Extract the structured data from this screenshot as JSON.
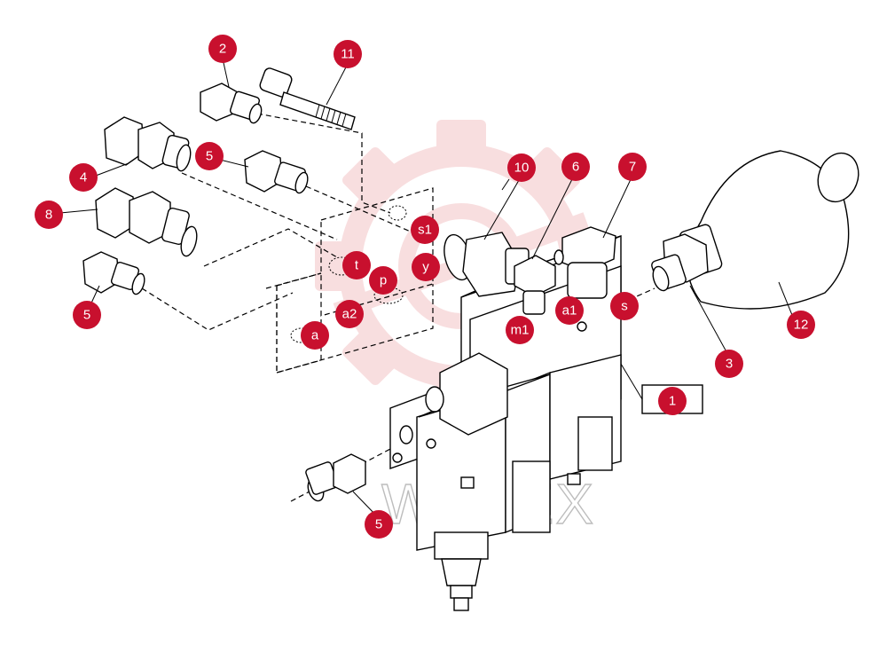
{
  "colors": {
    "callout": "#c8102e",
    "watermark": "#f3c4c6",
    "line": "#000000"
  },
  "watermark": {
    "icon": "gear-logo",
    "text": "WHTEX"
  },
  "callouts": {
    "c1": "1",
    "c2": "2",
    "c3": "3",
    "c4": "4",
    "c5a": "5",
    "c5b": "5",
    "c5c": "5",
    "c6": "6",
    "c7": "7",
    "c8": "8",
    "c10": "10",
    "c11": "11",
    "c12": "12",
    "s1": "s1",
    "t": "t",
    "p": "p",
    "y": "y",
    "a": "a",
    "a2": "a2",
    "m1": "m1",
    "a1": "a1",
    "s": "s"
  }
}
